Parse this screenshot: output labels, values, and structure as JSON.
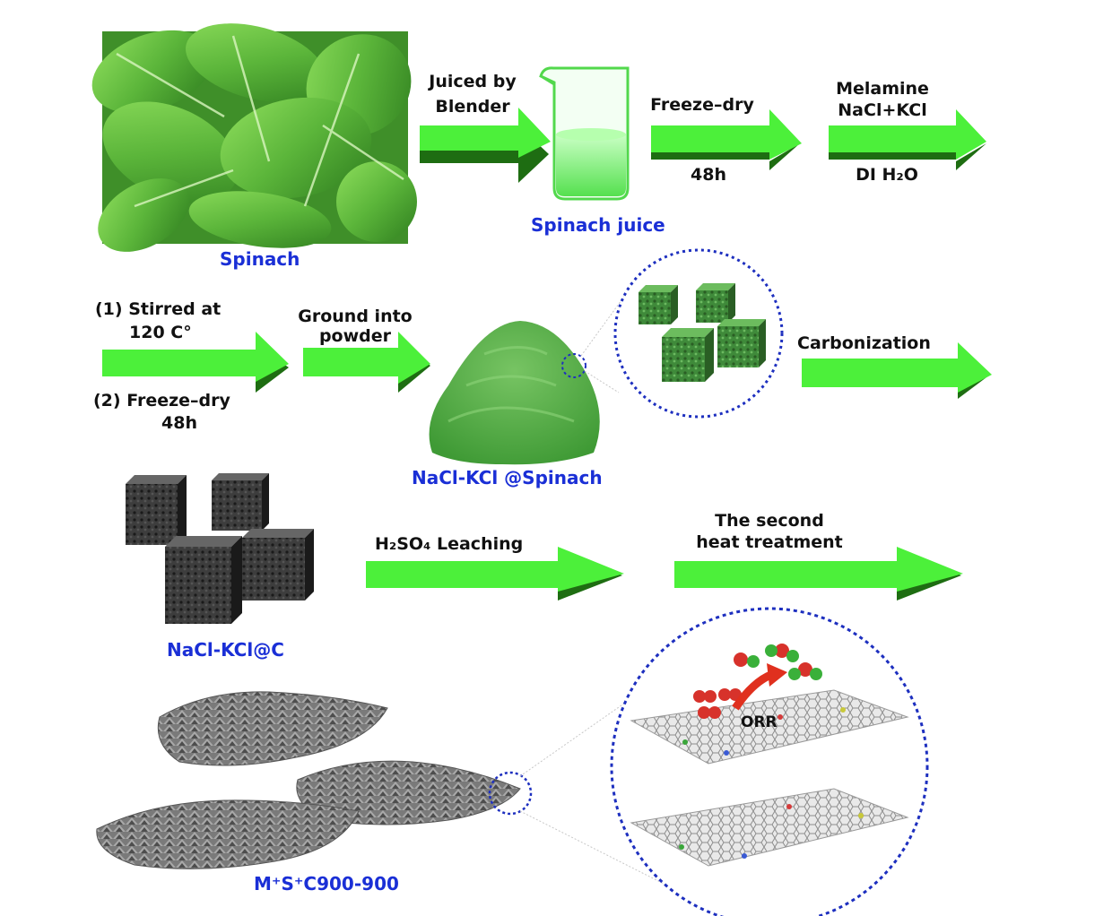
{
  "row1": {
    "spinach_label": "Spinach",
    "arrow1_line1": "Juiced by",
    "arrow1_line2": "Blender",
    "juice_label": "Spinach juice",
    "arrow2_top": "Freeze–dry",
    "arrow2_bottom": "48h",
    "arrow3_line1": "Melamine",
    "arrow3_line2": "NaCl+KCl",
    "arrow3_bottom": "DI H₂O"
  },
  "row2": {
    "step1_line1": "(1) Stirred at",
    "step1_line2": "120  C°",
    "step2_line1": "(2) Freeze–dry",
    "step2_line2": "48h",
    "ground_line1": "Ground into",
    "ground_line2": "powder",
    "powder_label": "NaCl-KCl @Spinach",
    "carbonization": "Carbonization"
  },
  "row3": {
    "cubes_label": "NaCl-KCl@C",
    "leaching": "H₂SO₄ Leaching",
    "heat_line1": "The second",
    "heat_line2": "heat treatment"
  },
  "row4": {
    "product_label": "M⁺S⁺C900-900",
    "orr_label": "ORR"
  },
  "colors": {
    "arrow_green": "#4cf03a",
    "arrow_shadow": "#1e6d12",
    "label_blue": "#1a2fd6",
    "spinach_green": "#5cb83a",
    "dotted_circle": "#1d2fbf"
  }
}
